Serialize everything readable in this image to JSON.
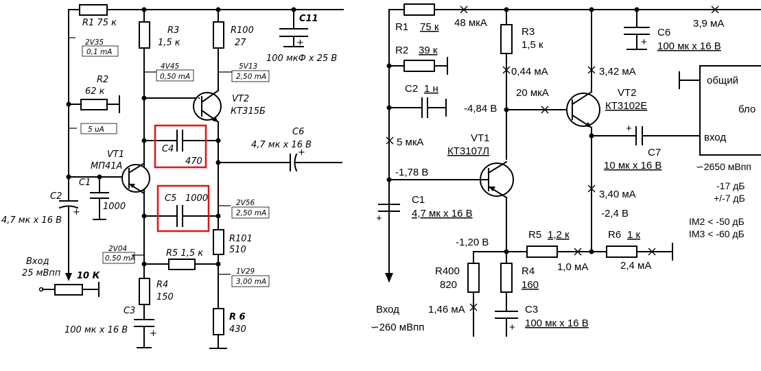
{
  "left": {
    "r1": "R1 75 к",
    "c11": "C11",
    "c11_value": "100 мкФ x 25 В",
    "r3": "R3",
    "r3_value": "1,5 к",
    "r100": "R100",
    "r100_value": "27",
    "v_2v35": "2V35",
    "i_01ma": "0,1 mA",
    "v_4v45": "4V45",
    "i_050ma_a": "0,50 mA",
    "v_5v13": "5V13",
    "i_250ma_a": "2,50 mA",
    "r2": "R2",
    "r2_value": "62 к",
    "vt2": "VT2",
    "vt2_type": "КТ315Б",
    "i_5ua": "5 uA",
    "c4": "C4",
    "c4_value": "470",
    "c6": "C6",
    "c6_value": "4,7 мк x 16 В",
    "vt1": "VT1",
    "vt1_type": "МП41А",
    "c2": "C2",
    "c1": "C1",
    "c1_value": "1000",
    "c5": "C5",
    "c5_value": "1000",
    "v_2v56": "2V56",
    "i_250ma_b": "2,50 mA",
    "c2_value": "4,7 мк x 16 В",
    "r101": "R101",
    "r101_value": "510",
    "v_2v04": "2V04",
    "i_050ma_b": "0,50 mA",
    "r5": "R5 1,5 к",
    "input": "Вход",
    "input_level": "25 мВпп",
    "pot": "10 К",
    "v_1v29": "1V29",
    "i_300ma": "3,00 mA",
    "r4": "R4",
    "r4_value": "150",
    "r6": "R 6",
    "r6_value": "430",
    "c3": "C3",
    "c3_value": "100 мк x 16 В"
  },
  "right": {
    "r1": "R1",
    "r1_value": "75 к",
    "i_48ua": "48 мкА",
    "r3": "R3",
    "r3_value": "1,5 к",
    "c6": "C6",
    "c6_value": "100 мк x 16 В",
    "i_39ma": "3,9 мА",
    "r2": "R2",
    "r2_value": "39 к",
    "i_044ma": "0,44 мА",
    "i_342ma": "3,42 мА",
    "block_common": "общий",
    "c2": "C2",
    "c2_value": "1 н",
    "i_20ua": "20 мкА",
    "vt2": "VT2",
    "vt2_type": "КТ3102Е",
    "v_m484": "-4,84 В",
    "block_text": "бло",
    "block_input": "вход",
    "vt1": "VT1",
    "vt1_type": "КТ3107Л",
    "i_5ua": "5 мкА",
    "c7": "C7",
    "c7_value": "10 мк x 16 В",
    "level_out": "∽2650 мВпп",
    "v_m178": "-1,78 В",
    "db1": "-17 дБ",
    "db2": "+/-7 дБ",
    "i_340ma": "3,40 мА",
    "c1": "C1",
    "c1_value": "4,7 мк x 16 В",
    "v_m24": "-2,4 В",
    "im2": "IM2 < -50 дБ",
    "im3": "IM3 < -60 дБ",
    "r5": "R5",
    "r5_value": "1,2 к",
    "r6": "R6",
    "r6_value": "1 к",
    "v_m120": "-1,20 В",
    "i_10ma": "1,0 мА",
    "i_24ma": "2,4 мА",
    "r400": "R400",
    "r400_value": "820",
    "r4": "R4",
    "r4_value": "160",
    "input": "Вход",
    "i_146ma": "1,46 мА",
    "c3": "C3",
    "c3_value": "100 мк x 16 В",
    "input_level": "∽260 мВпп"
  }
}
